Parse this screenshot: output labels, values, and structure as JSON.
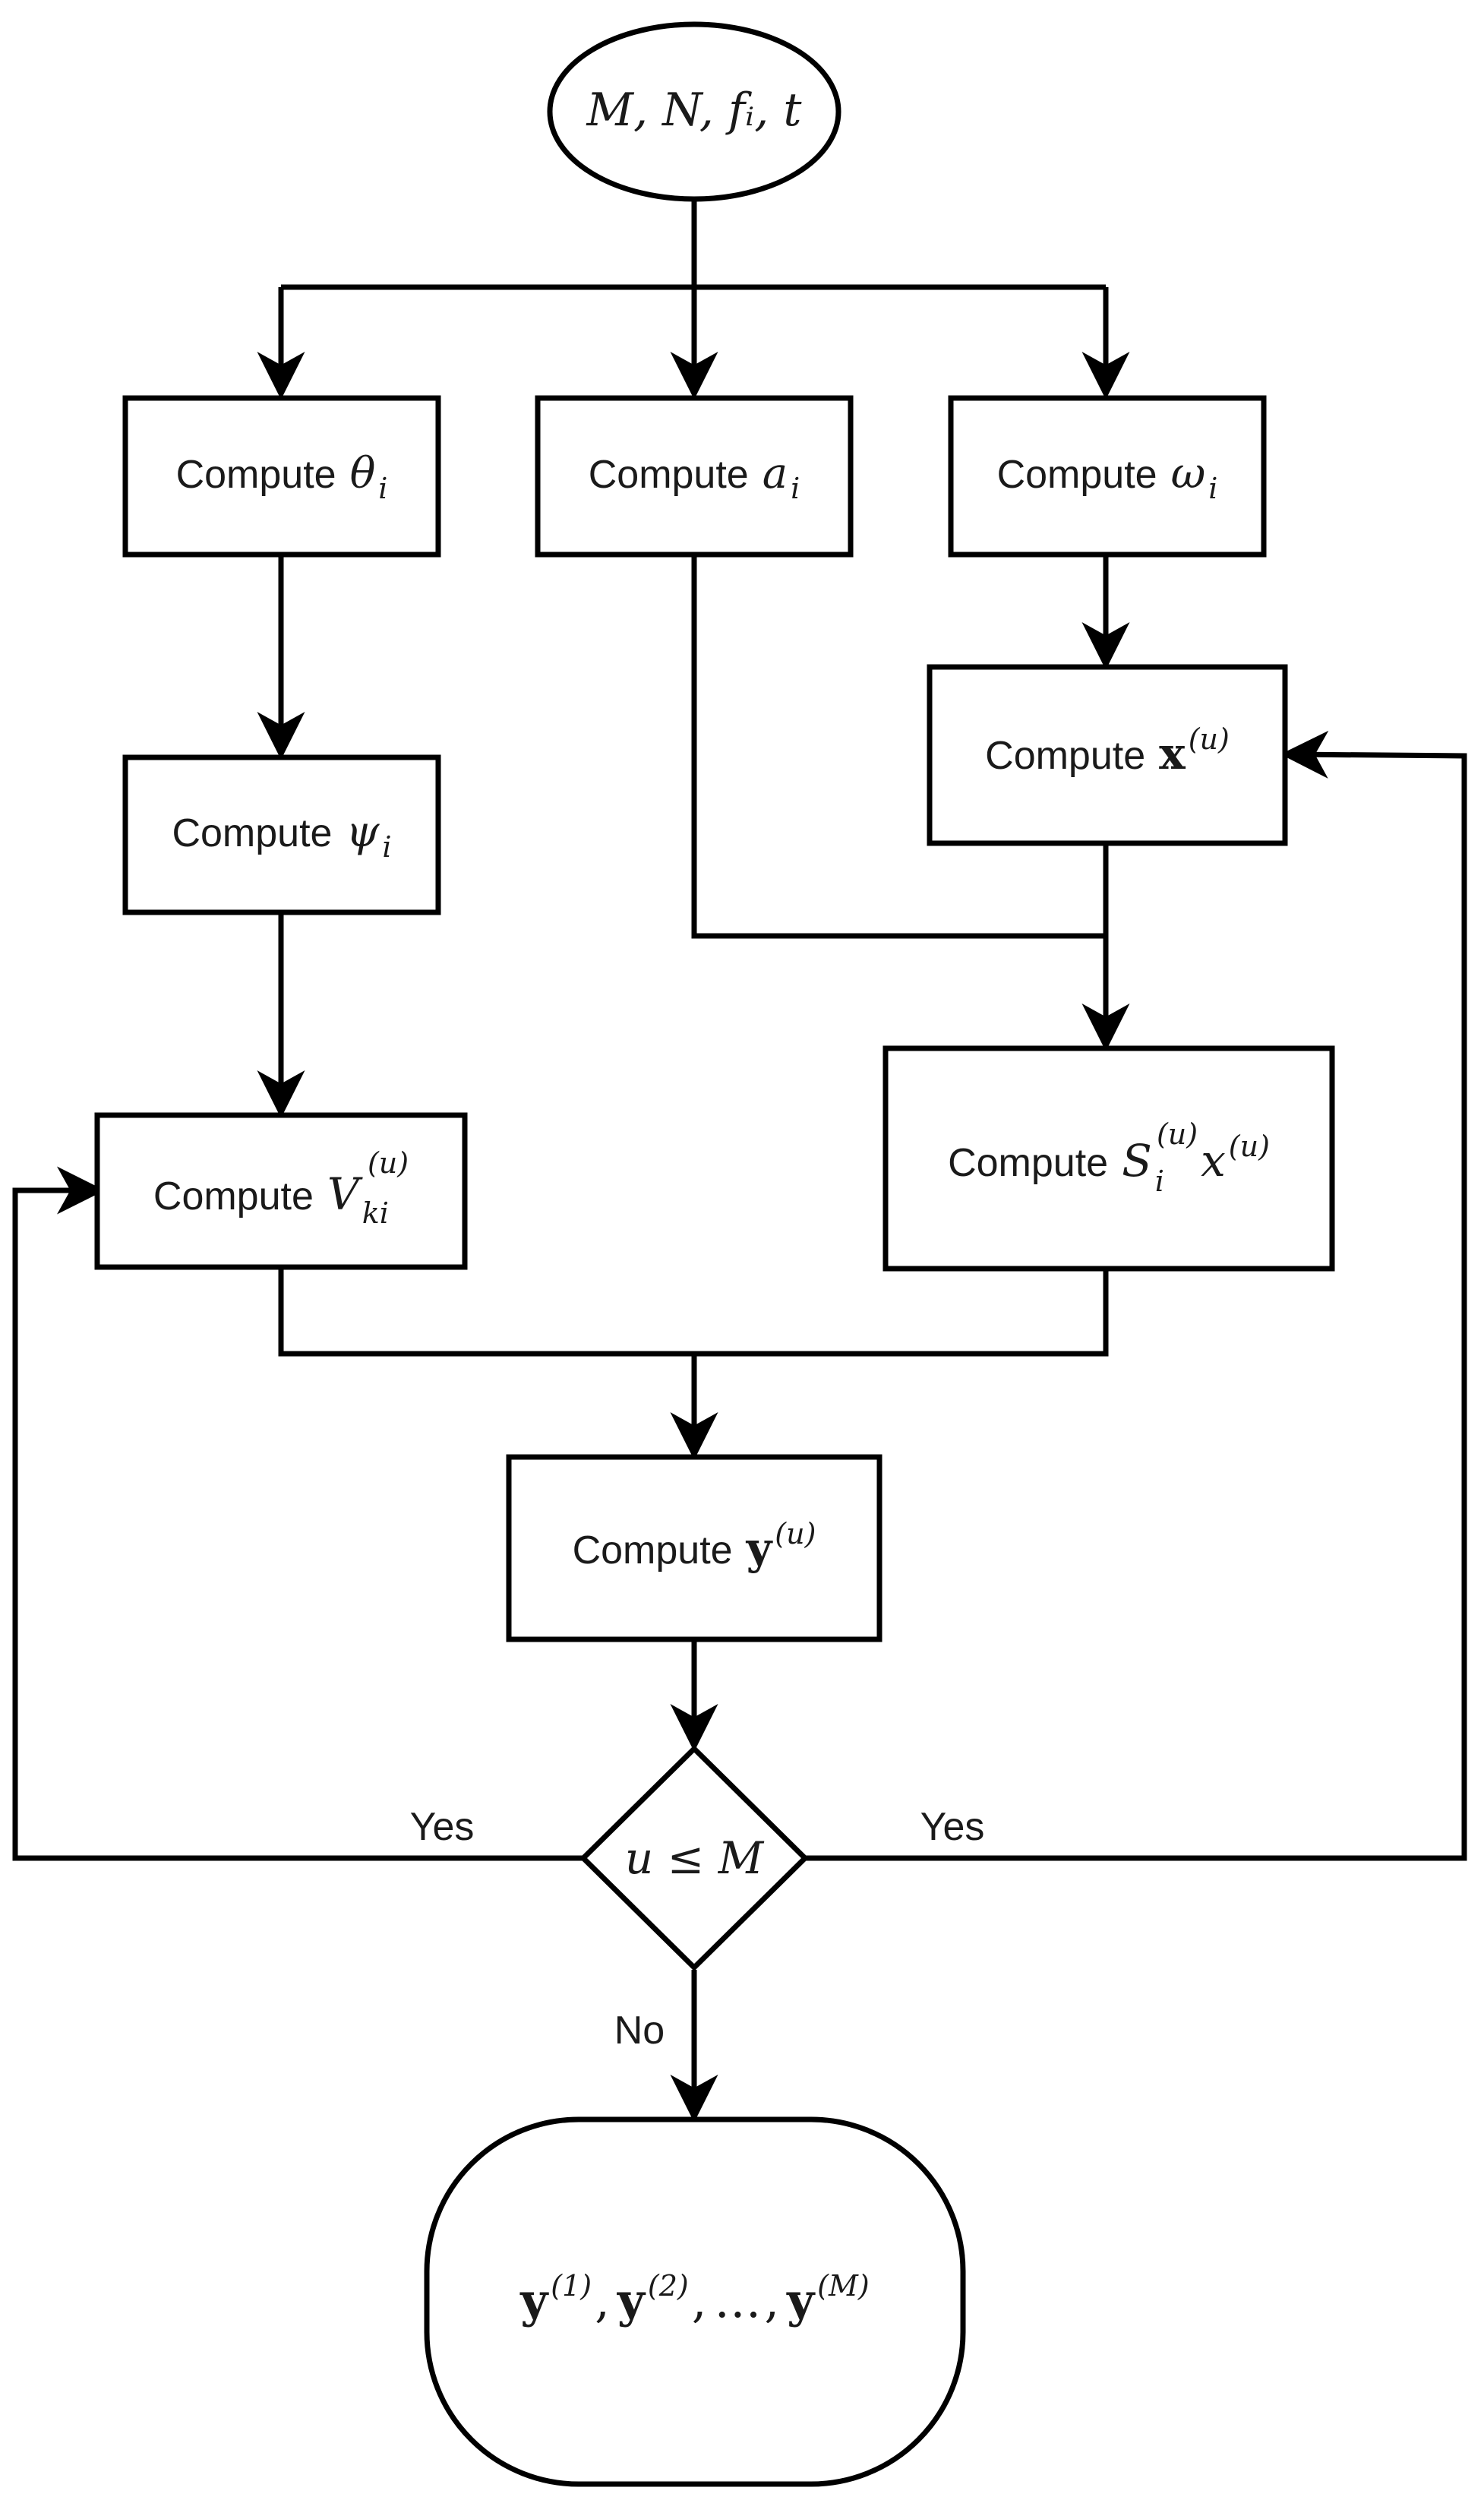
{
  "nodes": {
    "start": {
      "label": "M, N, fᵢ, t"
    },
    "theta": {
      "prefix": "Compute",
      "symbol": "θ",
      "sub": "i"
    },
    "a": {
      "prefix": "Compute",
      "symbol": "a",
      "sub": "i"
    },
    "omega": {
      "prefix": "Compute",
      "symbol": "ω",
      "sub": "i"
    },
    "x": {
      "prefix": "Compute",
      "symbol": "x",
      "sup": "(u)"
    },
    "psi": {
      "prefix": "Compute",
      "symbol": "ψ",
      "sub": "i"
    },
    "v": {
      "prefix": "Compute",
      "symbol": "V",
      "sub": "ki",
      "sup": "(u)"
    },
    "s": {
      "prefix": "Compute",
      "symbol": "S",
      "sub": "i",
      "sup": "(u)",
      "symbol2": "x",
      "sup2": "(u)"
    },
    "y": {
      "prefix": "Compute",
      "symbol": "y",
      "sup": "(u)"
    },
    "decision": {
      "label": "u ≤ M"
    },
    "end": {
      "t1": "y",
      "s1": "(1)",
      "comma1": ",",
      "t2": "y",
      "s2": "(2)",
      "comma2": ",",
      "dots": "…",
      "comma3": ",",
      "t3": "y",
      "s3": "(M)"
    }
  },
  "edge_labels": {
    "yes_left": "Yes",
    "yes_right": "Yes",
    "no": "No"
  }
}
